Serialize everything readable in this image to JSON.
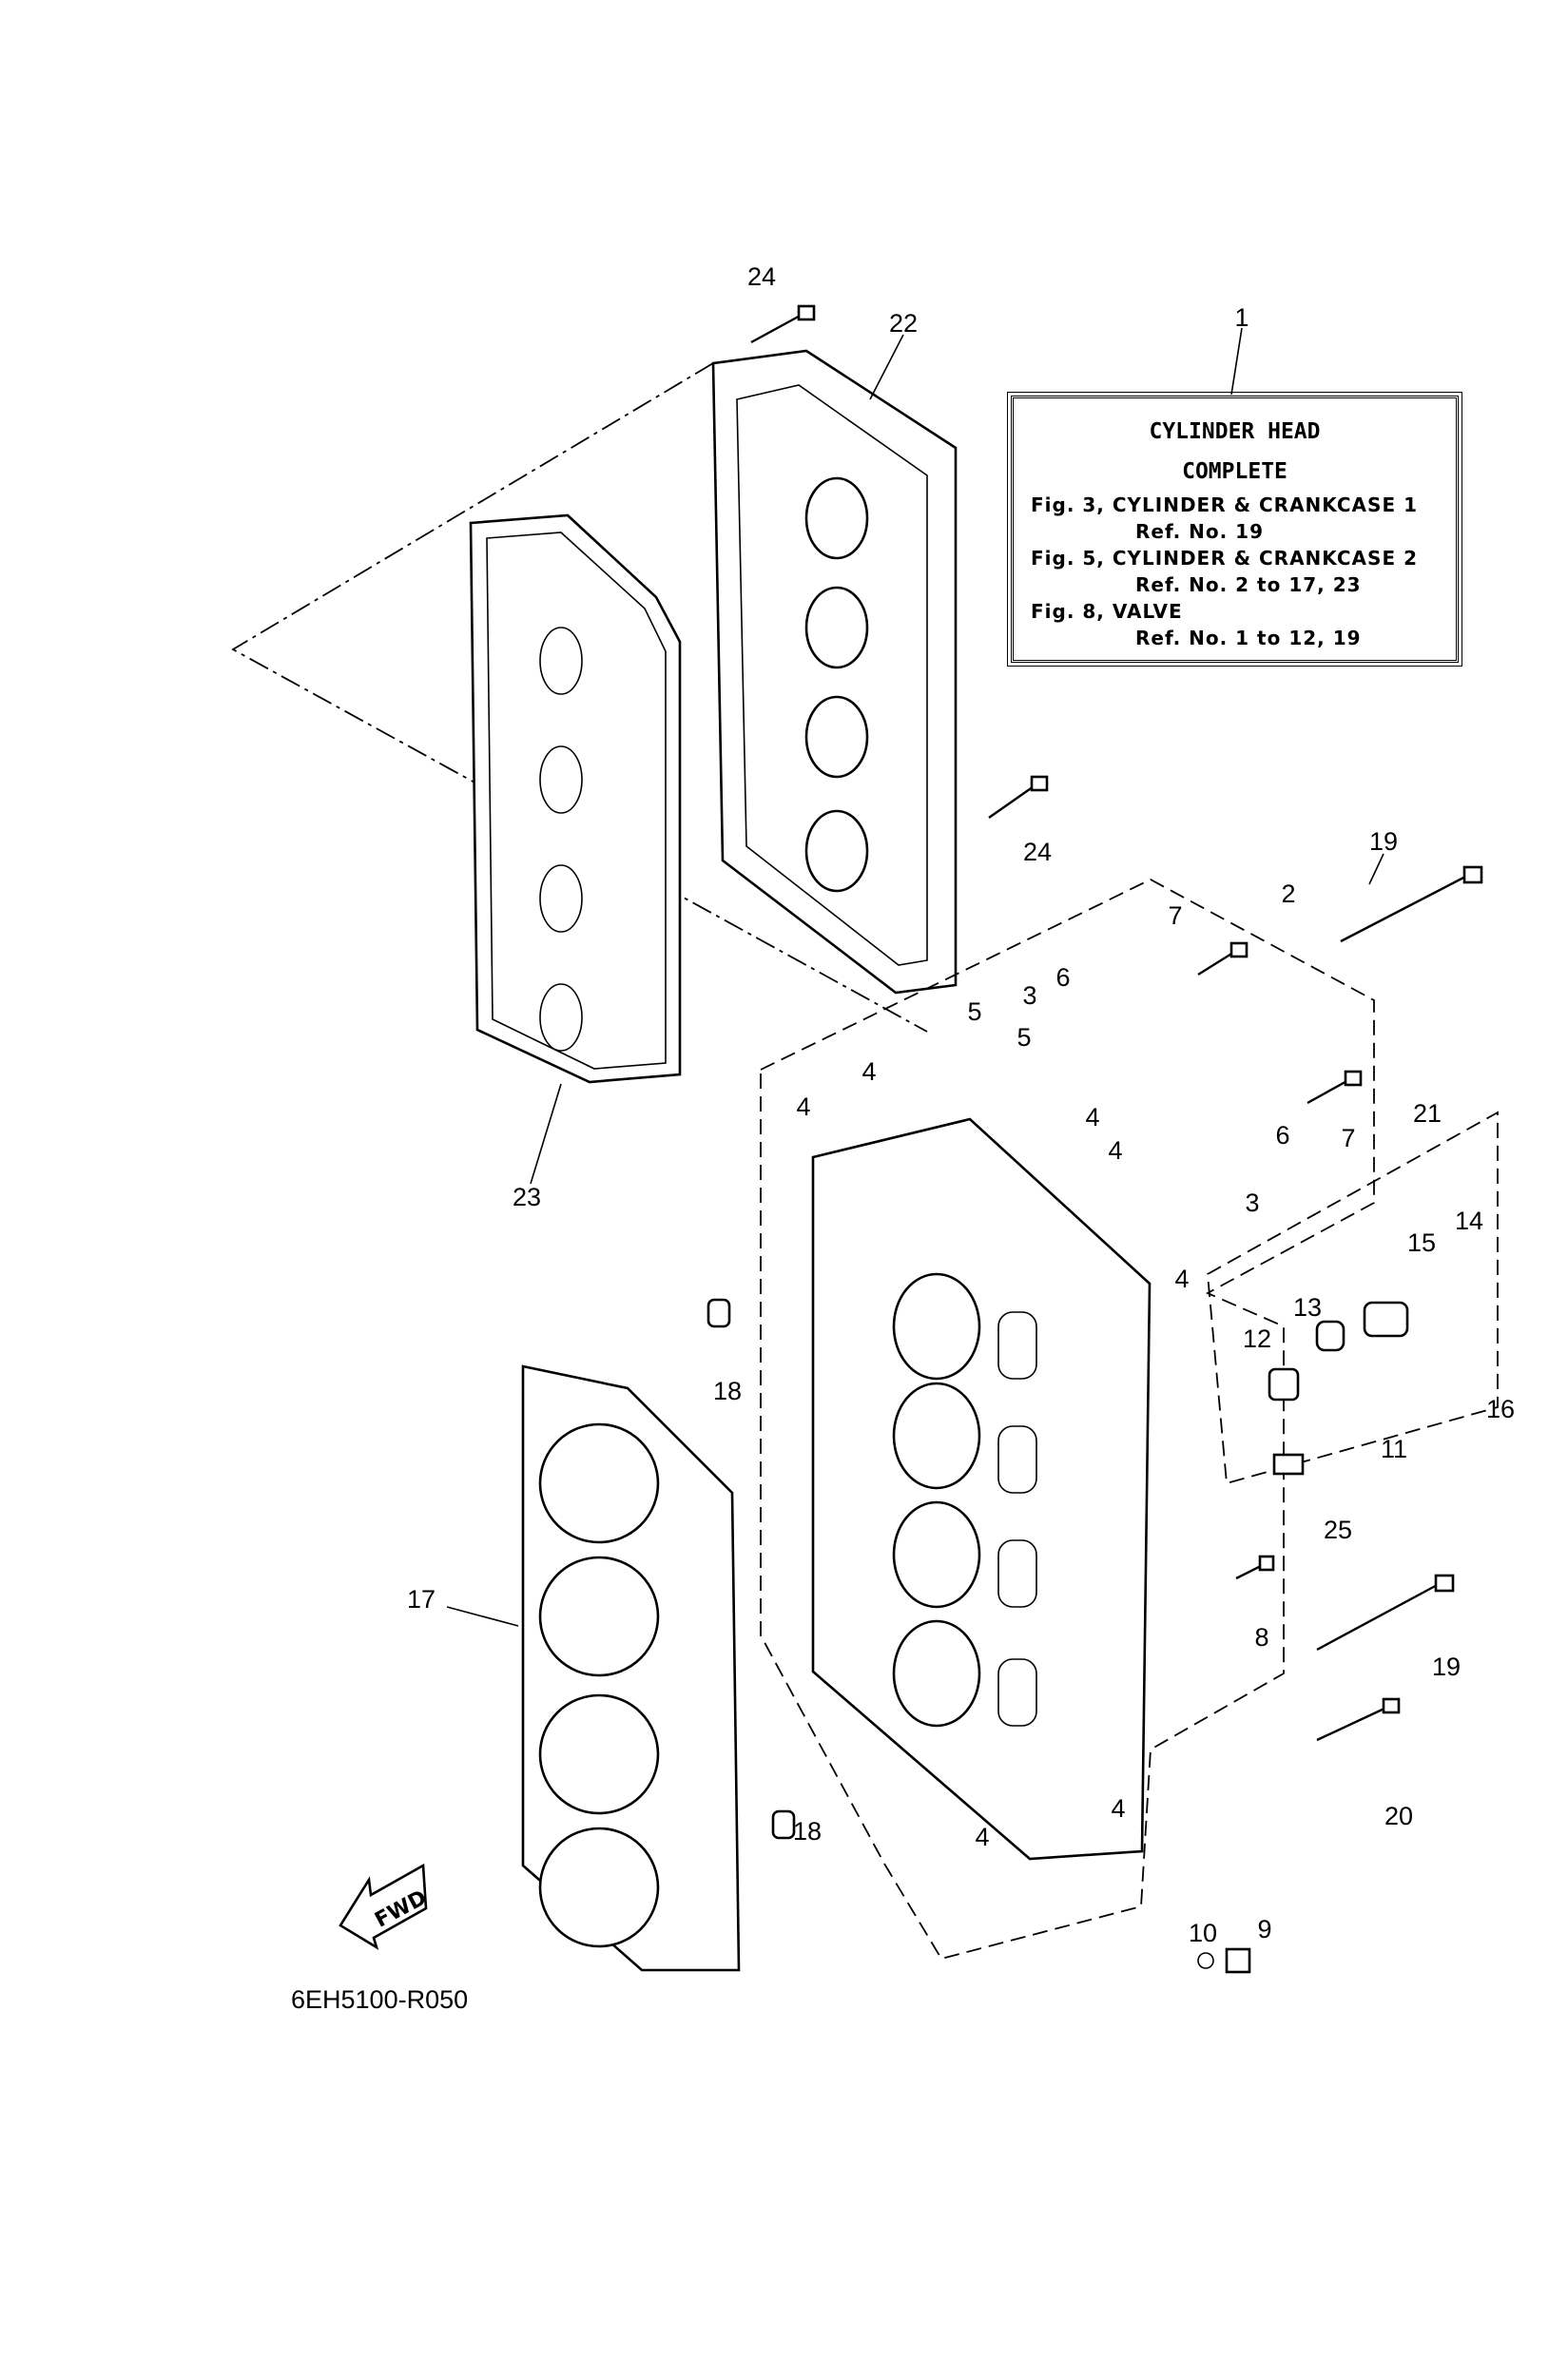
{
  "info_box": {
    "title_1": "CYLINDER HEAD",
    "title_2": "COMPLETE",
    "refs": [
      {
        "fig": "Fig. 3, CYLINDER & CRANKCASE 1",
        "ref": "Ref. No. 19"
      },
      {
        "fig": "Fig. 5, CYLINDER & CRANKCASE 2",
        "ref": "Ref. No. 2 to 17, 23"
      },
      {
        "fig": "Fig. 8, VALVE",
        "ref": "Ref. No. 1 to 12, 19"
      }
    ]
  },
  "fwd_label": "FWD",
  "diagram_code": "6EH5100-R050",
  "callouts": [
    "24",
    "22",
    "1",
    "24",
    "19",
    "2",
    "7",
    "6",
    "3",
    "5",
    "5",
    "4",
    "4",
    "4",
    "4",
    "7",
    "6",
    "21",
    "3",
    "15",
    "14",
    "23",
    "4",
    "13",
    "12",
    "18",
    "16",
    "11",
    "25",
    "17",
    "8",
    "19",
    "18",
    "4",
    "4",
    "20",
    "10",
    "9"
  ]
}
